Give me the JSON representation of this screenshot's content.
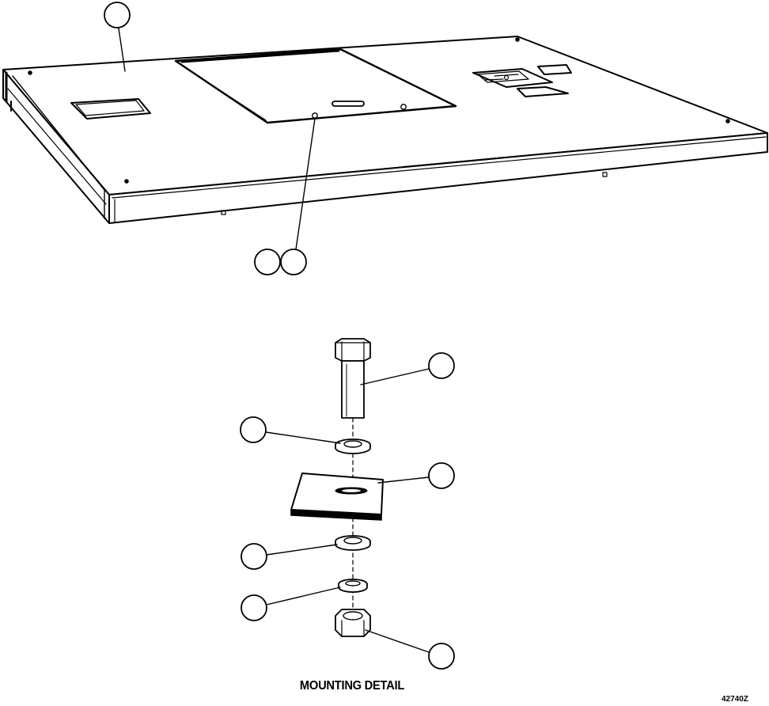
{
  "caption": "MOUNTING DETAIL",
  "figure_number": "42740Z",
  "colors": {
    "line": "#000000",
    "background": "#ffffff"
  },
  "callouts": [
    {
      "id": "callout-panel",
      "label": ""
    },
    {
      "id": "callout-cover-a",
      "label": ""
    },
    {
      "id": "callout-cover-b",
      "label": ""
    },
    {
      "id": "callout-bolt",
      "label": ""
    },
    {
      "id": "callout-washer-upper",
      "label": ""
    },
    {
      "id": "callout-mounting-plate",
      "label": ""
    },
    {
      "id": "callout-washer-lower",
      "label": ""
    },
    {
      "id": "callout-lockwasher",
      "label": ""
    },
    {
      "id": "callout-nut",
      "label": ""
    }
  ]
}
